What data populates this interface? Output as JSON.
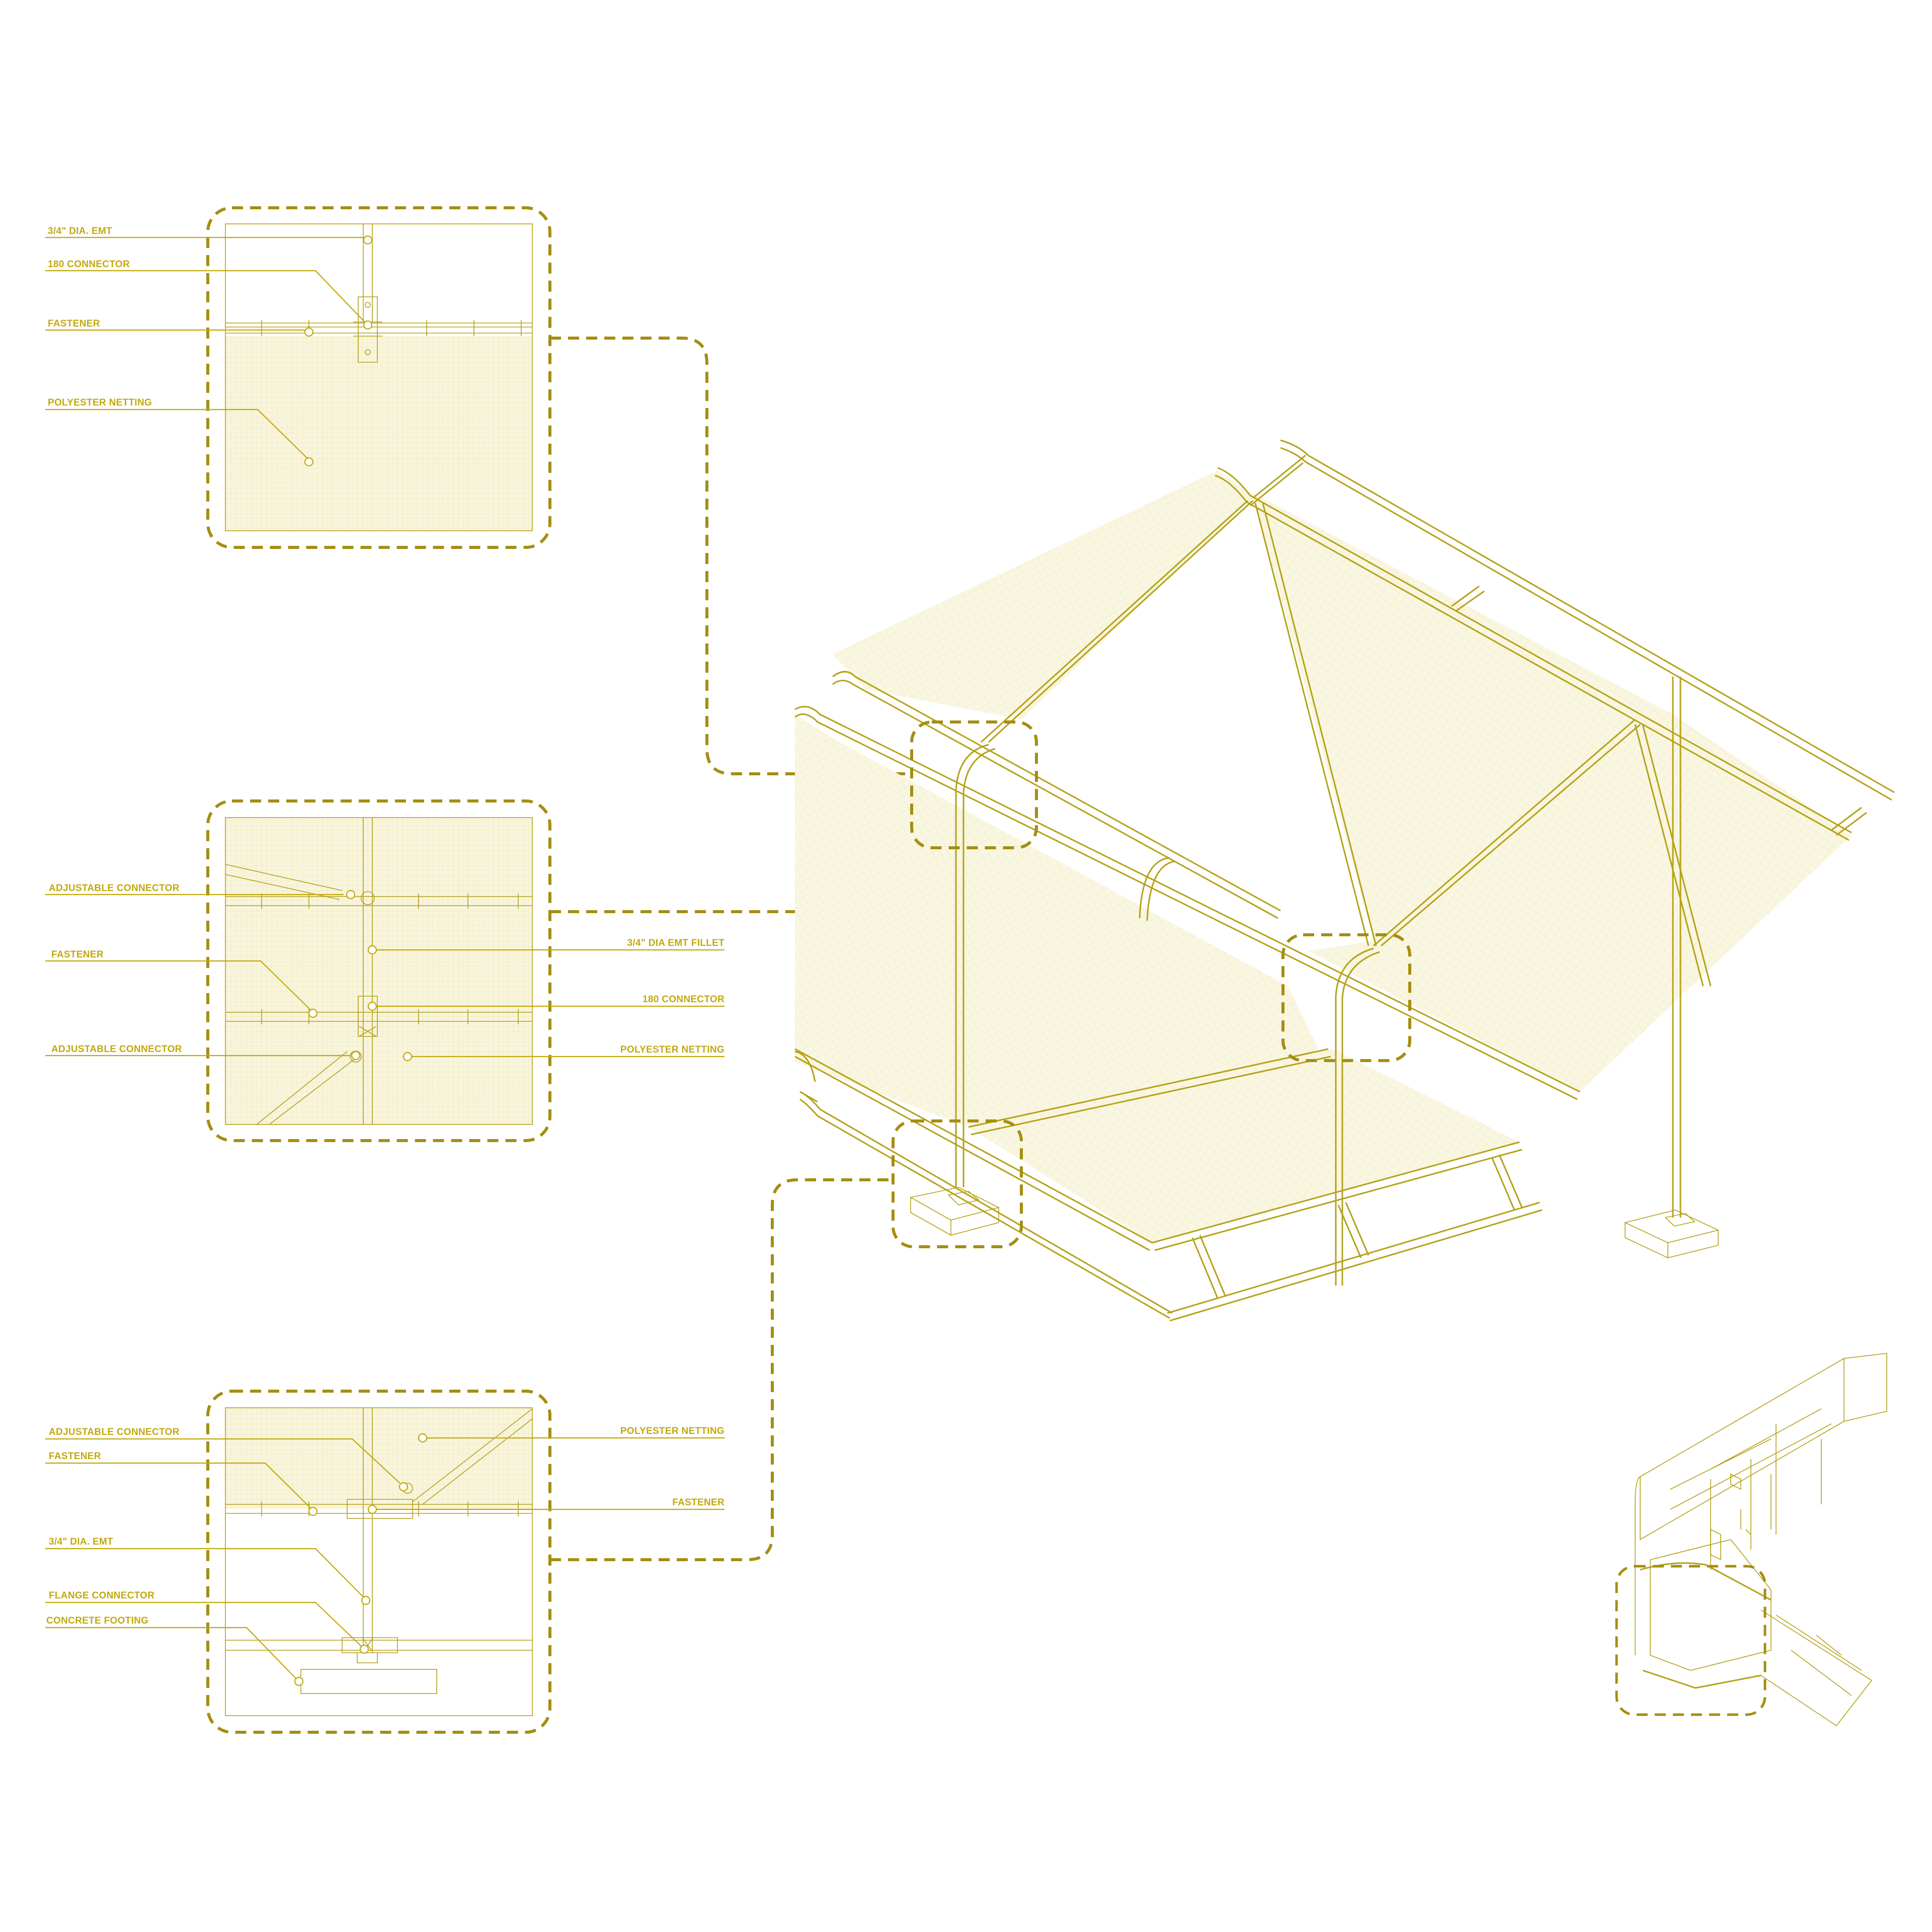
{
  "colors": {
    "line": "#b5a21a",
    "text": "#c2a90f",
    "dash": "#a48e12",
    "netting_fill": "#f8f5dc",
    "netting_mesh": "#ece5b4",
    "background": "#ffffff"
  },
  "detail_top": {
    "labels": {
      "emt": "3/4\" DIA. EMT",
      "connector_180": "180 CONNECTOR",
      "fastener": "FASTENER",
      "netting": "POLYESTER NETTING"
    }
  },
  "detail_middle": {
    "labels": {
      "adjustable_connector_1": "ADJUSTABLE CONNECTOR",
      "fastener": "FASTENER",
      "adjustable_connector_2": "ADJUSTABLE CONNECTOR",
      "emt_fillet": "3/4\" DIA EMT FILLET",
      "connector_180": "180 CONNECTOR",
      "netting": "POLYESTER NETTING"
    }
  },
  "detail_bottom": {
    "labels": {
      "adjustable_connector": "ADJUSTABLE CONNECTOR",
      "fastener_left": "FASTENER",
      "emt": "3/4\" DIA. EMT",
      "flange_connector": "FLANGE CONNECTOR",
      "concrete_footing": "CONCRETE FOOTING",
      "netting": "POLYESTER NETTING",
      "fastener_right": "FASTENER"
    }
  },
  "views": {
    "main": "isometric-canopy-structure",
    "key_plan": "key-plan-axonometric"
  }
}
